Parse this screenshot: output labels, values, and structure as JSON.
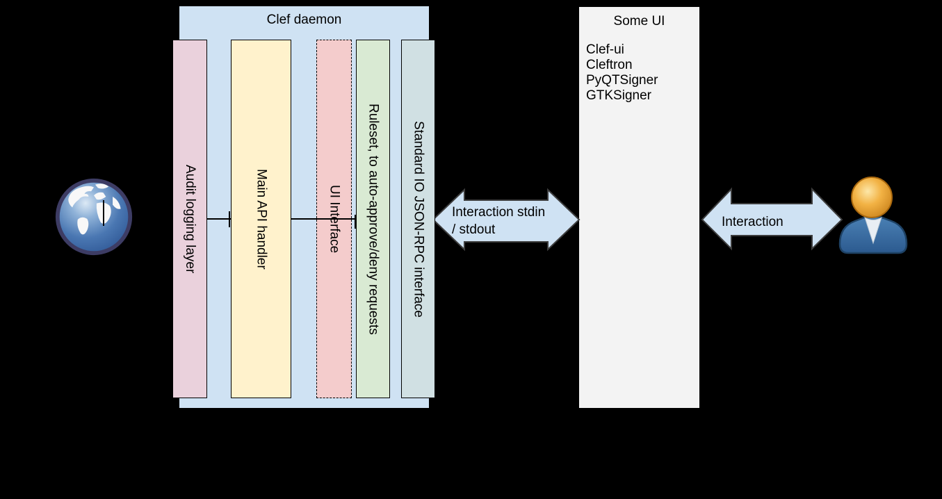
{
  "background_color": "#000000",
  "clef_daemon": {
    "title": "Clef daemon",
    "container_fill": "#cfe2f3",
    "columns": [
      {
        "label": "Audit logging layer",
        "fill": "#ead1dc",
        "border_style": "solid"
      },
      {
        "label": "Main API handler",
        "fill": "#fff2cc",
        "border_style": "solid"
      },
      {
        "label": "UI Interface",
        "fill": "#f4cccc",
        "border_style": "dashed"
      },
      {
        "label": "Ruleset, to auto-approve/deny requests",
        "fill": "#d9ead3",
        "border_style": "solid"
      },
      {
        "label": "Standard IO JSON-RPC interface",
        "fill": "#d0e0e3",
        "border_style": "solid"
      }
    ]
  },
  "arrows": {
    "left": {
      "label_line1": "Interaction stdin",
      "label_line2": "/ stdout",
      "fill": "#cfe2f3",
      "stroke": "#3d3d3d"
    },
    "right": {
      "label": "Interaction",
      "fill": "#cfe2f3",
      "stroke": "#3d3d3d"
    }
  },
  "some_ui": {
    "title": "Some UI",
    "fill": "#f3f3f3",
    "items": [
      "Clef-ui",
      "Cleftron",
      "PyQTSigner",
      "GTKSigner"
    ]
  },
  "icons": {
    "left": "globe-icon",
    "right": "user-icon"
  }
}
